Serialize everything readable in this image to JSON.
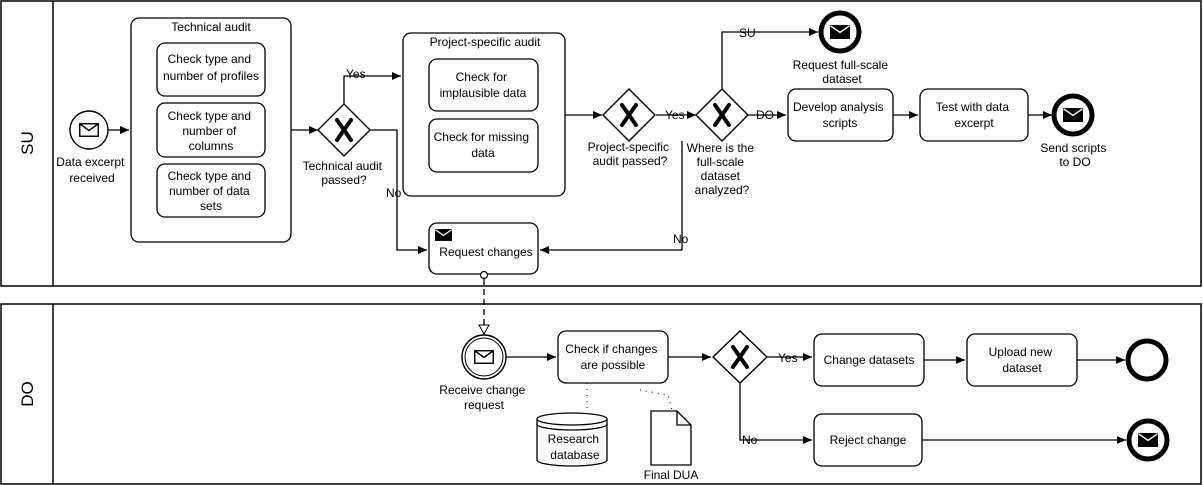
{
  "lanes": {
    "su": "SU",
    "do": "DO"
  },
  "su": {
    "start_event": [
      "Data excerpt",
      "received"
    ],
    "technical_audit": {
      "title": "Technical audit",
      "tasks": [
        [
          "Check type and",
          "number of profiles"
        ],
        [
          "Check type and",
          "number of",
          "columns"
        ],
        [
          "Check type and",
          "number of data",
          "sets"
        ]
      ]
    },
    "gateway_technical": [
      "Technical audit",
      "passed?"
    ],
    "label_yes_1": "Yes",
    "label_no_1": "No",
    "project_audit": {
      "title": "Project-specific audit",
      "tasks": [
        [
          "Check for",
          "implausible data"
        ],
        [
          "Check for missing",
          "data"
        ]
      ]
    },
    "request_changes": "Request changes",
    "gateway_project": [
      "Project-specific",
      "audit passed?"
    ],
    "label_yes_2": "Yes",
    "label_no_2": "No",
    "gateway_where": [
      "Where is the",
      "full-scale",
      "dataset",
      "analyzed?"
    ],
    "label_su": "SU",
    "label_do": "DO",
    "request_full": [
      "Request full-scale",
      "dataset"
    ],
    "develop_scripts": [
      "Develop analysis",
      "scripts"
    ],
    "test_excerpt": [
      "Test with data",
      "excerpt"
    ],
    "send_scripts": [
      "Send scripts",
      "to DO"
    ]
  },
  "do": {
    "receive_change": [
      "Receive change",
      "request"
    ],
    "check_changes": [
      "Check if changes",
      "are possible"
    ],
    "research_db": [
      "Research",
      "database"
    ],
    "final_dua": "Final DUA",
    "label_yes": "Yes",
    "label_no": "No",
    "change_datasets": "Change datasets",
    "upload_dataset": [
      "Upload new",
      "dataset"
    ],
    "reject_change": "Reject change"
  }
}
